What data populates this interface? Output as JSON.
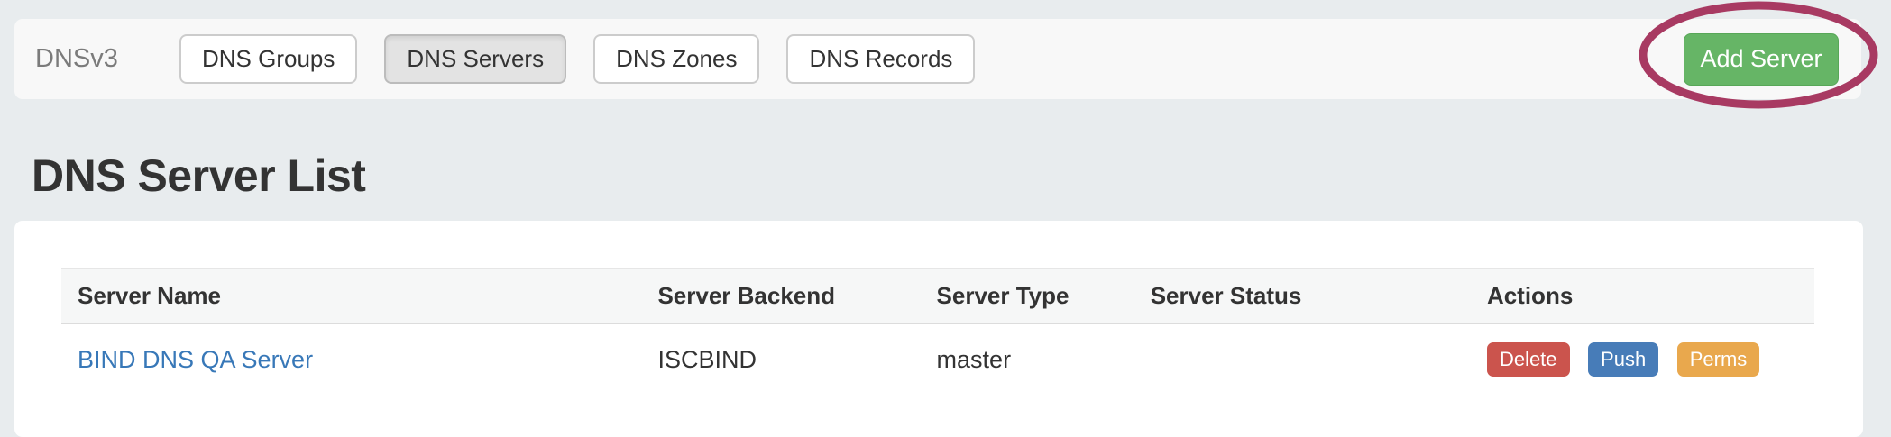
{
  "navbar": {
    "brand": "DNSv3",
    "tabs": [
      {
        "label": "DNS Groups",
        "active": false
      },
      {
        "label": "DNS Servers",
        "active": true
      },
      {
        "label": "DNS Zones",
        "active": false
      },
      {
        "label": "DNS Records",
        "active": false
      }
    ],
    "add_server_label": "Add Server"
  },
  "page": {
    "title": "DNS Server List"
  },
  "table": {
    "columns": [
      "Server Name",
      "Server Backend",
      "Server Type",
      "Server Status",
      "Actions"
    ],
    "rows": [
      {
        "name": "BIND DNS QA Server",
        "backend": "ISCBIND",
        "type": "master",
        "status": "",
        "actions": [
          "Delete",
          "Push",
          "Perms"
        ]
      }
    ]
  },
  "annotation": {
    "shape": "ellipse",
    "target": "add-server-button",
    "color": "#a83a62"
  },
  "colors": {
    "page_background": "#e8ecee",
    "navbar_background": "#f8f8f8",
    "active_tab_background": "#e3e3e3",
    "add_server_green": "#66b566",
    "link_blue": "#3878b8",
    "delete_red": "#cb544d",
    "push_blue": "#477cb8",
    "perms_orange": "#e9a84d",
    "thead_background": "#f6f7f7"
  }
}
